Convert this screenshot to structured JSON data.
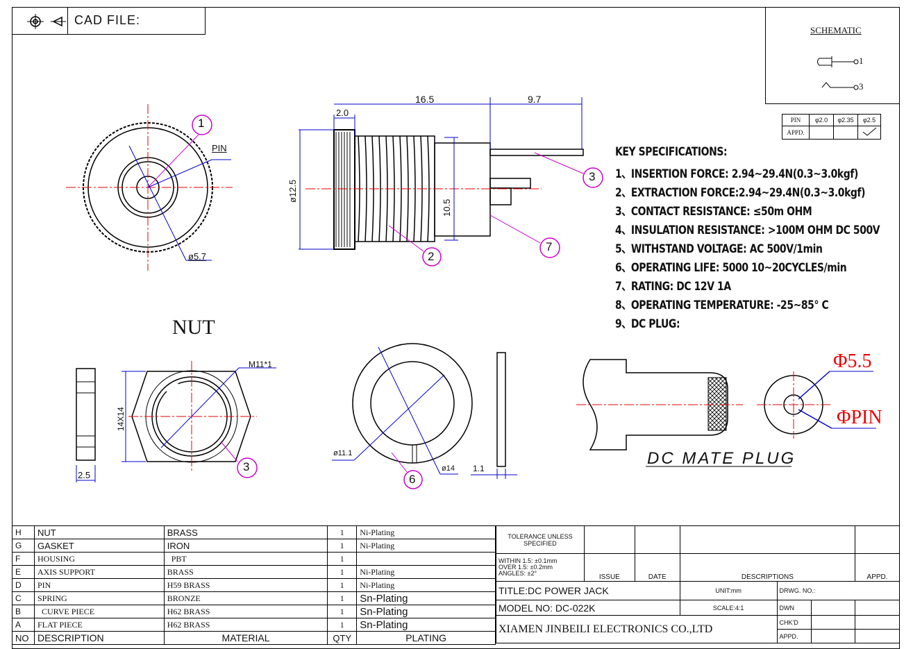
{
  "header": {
    "cad_label": "CAD FILE:"
  },
  "schematic": {
    "title": "SCHEMATIC",
    "pin1": "1",
    "pin3": "3"
  },
  "pin_table": {
    "pin_label": "PIN",
    "appd_label": "APPD.",
    "sizes": [
      "φ2.0",
      "φ2.35",
      "φ2.5"
    ]
  },
  "key_specs": {
    "title": "KEY SPECIFICATIONS:",
    "items": [
      "1、INSERTION FORCE: 2.94~29.4N(0.3~3.0kgf)",
      "2、EXTRACTION FORCE:2.94~29.4N(0.3~3.0kgf)",
      "3、CONTACT RESISTANCE: ≤50m OHM",
      "4、INSULATION RESISTANCE: >100M OHM  DC  500V",
      "5、WITHSTAND VOLTAGE: AC  500V/1min",
      "6、OPERATING LIFE: 5000 10~20CYCLES/min",
      "7、RATING: DC  12V  1A",
      "8、OPERATING TEMPERATURE: -25~85° C",
      "9、DC PLUG:"
    ]
  },
  "drawing": {
    "pin_label": "PIN",
    "d57": "ø5.7",
    "dim165": "16.5",
    "dim97": "9.7",
    "dim20": "2.0",
    "d125": "ø12.5",
    "dim105": "10.5",
    "nut_title": "NUT",
    "m11": "M11*1",
    "d14x14": "14X14",
    "dim25": "2.5",
    "d111": "ø11.1",
    "d14": "ø14",
    "dim11": "1.1",
    "phi55": "Φ5.5",
    "phipin": "ΦPIN",
    "mate": "DC MATE PLUG",
    "balloons": [
      "1",
      "2",
      "3",
      "7",
      "3",
      "6"
    ]
  },
  "bom": {
    "rows": [
      {
        "no": "H",
        "desc": "NUT",
        "mat": "BRASS",
        "qty": "1",
        "plating": "Ni-Plating"
      },
      {
        "no": "G",
        "desc": "GASKET",
        "mat": "IRON",
        "qty": "1",
        "plating": "Ni-Plating"
      },
      {
        "no": "F",
        "desc": "HOUSING",
        "mat": "PBT",
        "qty": "1",
        "plating": ""
      },
      {
        "no": "E",
        "desc": "AXIS SUPPORT",
        "mat": "BRASS",
        "qty": "1",
        "plating": "Ni-Plating"
      },
      {
        "no": "D",
        "desc": "PIN",
        "mat": "H59 BRASS",
        "qty": "1",
        "plating": "Ni-Plating"
      },
      {
        "no": "C",
        "desc": "SPRING",
        "mat": "BRONZE",
        "qty": "1",
        "plating": "Sn-Plating"
      },
      {
        "no": "B",
        "desc": "CURVE PIECE",
        "mat": "H62 BRASS",
        "qty": "1",
        "plating": "Sn-Plating"
      },
      {
        "no": "A",
        "desc": "FLAT PIECE",
        "mat": "H62 BRASS",
        "qty": "1",
        "plating": "Sn-Plating"
      }
    ],
    "header": {
      "no": "NO",
      "desc": "DESCRIPTION",
      "mat": "MATERIAL",
      "qty": "QTY",
      "plating": "PLATING"
    }
  },
  "title_block": {
    "tolerance": "TOLERANCE UNLESS SPECIFIED",
    "within": "WITHIN 1.5: ±0.1mm",
    "over": "OVER 1.5: ±0.2mm",
    "angles": "ANGLES: ±2°",
    "issue": "ISSUE",
    "date": "DATE",
    "descriptions": "DESCRIPTIONS",
    "appd": "APPD.",
    "title": "TITLE:DC POWER JACK",
    "unit": "UNIT:mm",
    "drwg": "DRWG. NO.:",
    "model": "MODEL NO: DC-022K",
    "scale": "SCALE:4:1",
    "dwn": "DWN",
    "chkd": "CHK'D",
    "company": "XIAMEN JINBEILI ELECTRONICS CO.,LTD",
    "appd2": "APPD."
  }
}
